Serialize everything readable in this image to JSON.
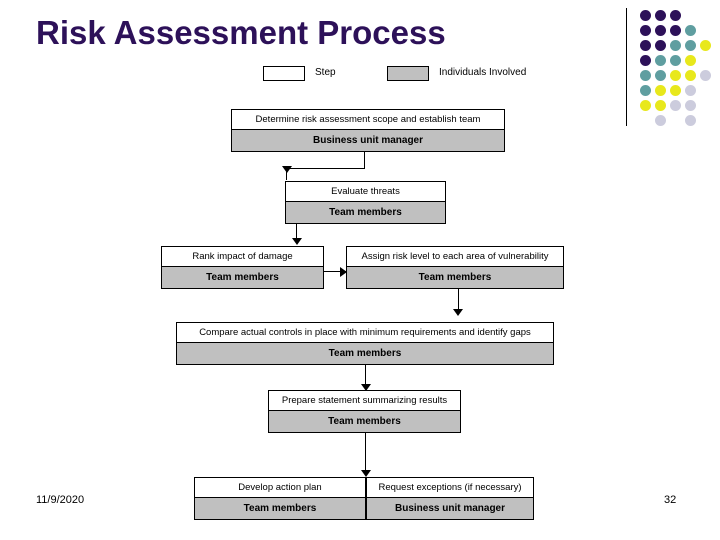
{
  "slide": {
    "title": "Risk Assessment Process",
    "title_color": "#2d1159",
    "footer_date": "11/9/2020",
    "page_number": "32"
  },
  "legend": {
    "entries": [
      {
        "label": "Step",
        "swatch": "white",
        "swatch_color": "#ffffff"
      },
      {
        "label": "Individuals Involved",
        "swatch": "gray",
        "swatch_color": "#c0c0c0"
      }
    ]
  },
  "flowchart": {
    "nodes": [
      {
        "id": "n1",
        "step": "Determine risk assessment scope and establish team",
        "role": "Business unit manager"
      },
      {
        "id": "n2",
        "step": "Evaluate threats",
        "role": "Team members"
      },
      {
        "id": "n3",
        "step": "Rank impact of damage",
        "role": "Team members"
      },
      {
        "id": "n4",
        "step": "Assign risk level to each area of vulnerability",
        "role": "Team members"
      },
      {
        "id": "n5",
        "step": "Compare actual controls in place with minimum requirements and identify gaps",
        "role": "Team members"
      },
      {
        "id": "n6",
        "step": "Prepare statement summarizing results",
        "role": "Team members"
      },
      {
        "id": "n7",
        "step": "Develop action plan",
        "role": "Team members"
      },
      {
        "id": "n8",
        "step": "Request exceptions (if necessary)",
        "role": "Business unit manager"
      }
    ]
  },
  "decoration": {
    "name": "dot-grid-motif",
    "colors": {
      "purple": "#2d1159",
      "teal": "#5f9ea0",
      "yellow": "#e8e81c",
      "lavender": "#ccccdd"
    },
    "grid": [
      [
        "purple",
        "purple",
        "purple",
        null,
        null,
        null
      ],
      [
        "purple",
        "purple",
        "purple",
        "teal",
        null,
        null
      ],
      [
        "purple",
        "purple",
        "teal",
        "teal",
        "yellow",
        null
      ],
      [
        "purple",
        "teal",
        "teal",
        "yellow",
        null,
        null
      ],
      [
        "teal",
        "teal",
        "yellow",
        "yellow",
        "lavender",
        null
      ],
      [
        "teal",
        "yellow",
        "yellow",
        "lavender",
        null,
        null
      ],
      [
        "yellow",
        "yellow",
        "lavender",
        "lavender",
        null,
        null
      ],
      [
        null,
        "lavender",
        null,
        "lavender",
        null,
        null
      ]
    ]
  }
}
